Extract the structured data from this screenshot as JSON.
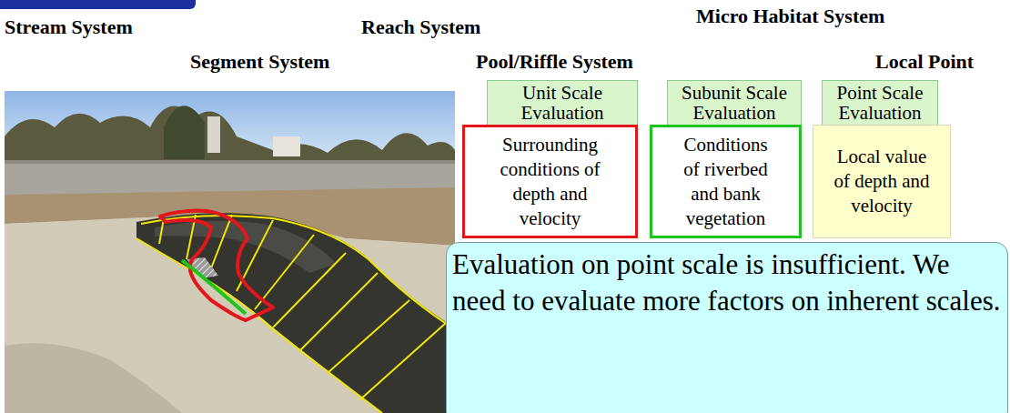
{
  "diagram": {
    "nodes": [
      {
        "text": [
          "Unit Scale Evaluation"
        ]
      },
      {
        "text": [
          "Subunit Scale Evaluation"
        ]
      },
      {
        "text": [
          "Point Scale Evaluation"
        ]
      },
      {
        "text": [
          "Surrounding conditions of depth and velocity"
        ]
      },
      {
        "text": [
          "Conditions of riverbed and bank vegetation"
        ]
      },
      {
        "text": [
          "Local value of depth and velocity"
        ]
      },
      {
        "text": [
          "Evaluation on point scale is insufficient. We need to evaluate more factors on inherent scales."
        ]
      }
    ],
    "labels": [
      "Stream System",
      "Reach System",
      "Micro Habitat System",
      "Segment System",
      "Pool/Riffle System",
      "Local Point"
    ]
  }
}
